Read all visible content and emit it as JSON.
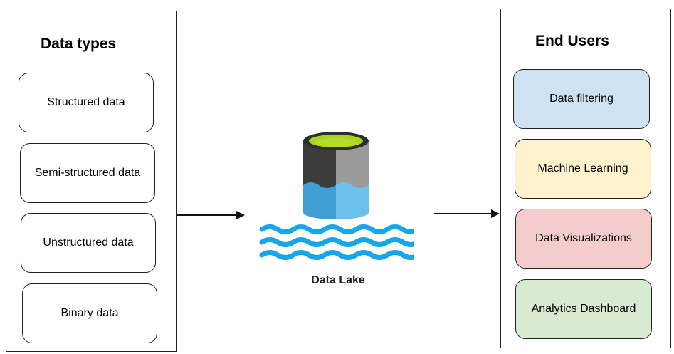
{
  "data_types": {
    "title": "Data types",
    "items": [
      {
        "label": "Structured data"
      },
      {
        "label": "Semi-structured data"
      },
      {
        "label": "Unstructured data"
      },
      {
        "label": "Binary data"
      }
    ]
  },
  "data_lake": {
    "label": "Data Lake"
  },
  "end_users": {
    "title": "End Users",
    "items": [
      {
        "label": "Data filtering",
        "color": "#cfe2f3"
      },
      {
        "label": "Machine Learning",
        "color": "#fff2cc"
      },
      {
        "label": "Data Visualizations",
        "color": "#f4cccc"
      },
      {
        "label": "Analytics Dashboard",
        "color": "#d9ead3"
      }
    ]
  },
  "colors": {
    "lake_blue": "#3f9fd4",
    "lake_blue_light": "#6cc0ea",
    "cylinder_dark": "#3c3c3c",
    "cylinder_gray": "#9a9a9a",
    "cylinder_top": "#a8d41c",
    "wave_blue": "#17a6ea"
  }
}
